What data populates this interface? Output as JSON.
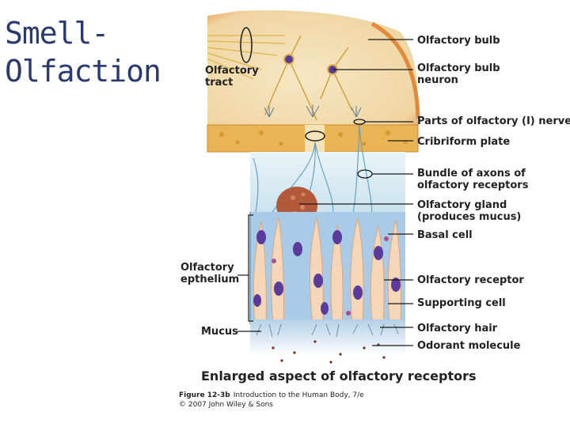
{
  "slide": {
    "title_line1": "Smell-",
    "title_line2": "Olfaction"
  },
  "labels": {
    "olfactory_bulb": "Olfactory bulb",
    "olfactory_bulb_neuron_1": "Olfactory bulb",
    "olfactory_bulb_neuron_2": "neuron",
    "olfactory_tract_1": "Olfactory",
    "olfactory_tract_2": "tract",
    "olfactory_nerve": "Parts of olfactory (I) nerve",
    "cribriform_plate": "Cribriform plate",
    "bundle_axons_1": "Bundle of axons of",
    "bundle_axons_2": "olfactory receptors",
    "olfactory_gland_1": "Olfactory gland",
    "olfactory_gland_2": "(produces mucus)",
    "basal_cell": "Basal cell",
    "olfactory_epithelium_1": "Olfactory",
    "olfactory_epithelium_2": "epthelium",
    "olfactory_receptor": "Olfactory receptor",
    "supporting_cell": "Supporting cell",
    "mucus": "Mucus",
    "olfactory_hair": "Olfactory hair",
    "odorant_molecule": "Odorant molecule"
  },
  "caption": "Enlarged aspect of olfactory receptors",
  "credit": {
    "figure": "Figure 12-3b",
    "book": "Introduction to the Human Body, 7/e",
    "copyright": "© 2007 John Wiley & Sons"
  },
  "colors": {
    "title": "#2b3a6e",
    "bulb": "#f2dcae",
    "bulb_edge": "#e08a3a",
    "plate": "#e9b454",
    "chamber": "#d9ecf2",
    "receptor_cell": "#f6d6b8",
    "nucleus": "#5a3a9a",
    "supporting_cell": "#a9cbe8",
    "gland": "#b35a3a",
    "mucus": "#bcd6ea"
  }
}
